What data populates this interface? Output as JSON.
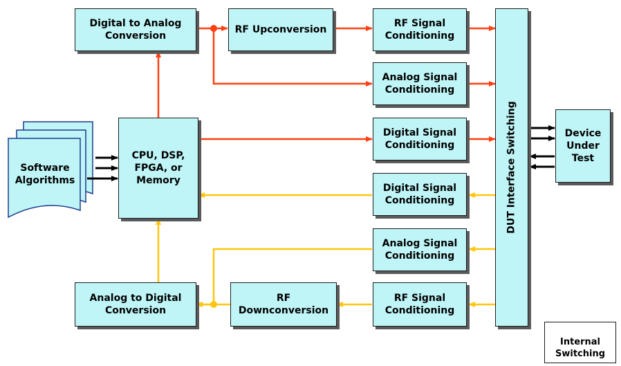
{
  "colors": {
    "box_fill": "#bff5f7",
    "red": "#ff4011",
    "yellow": "#ffc60f",
    "black": "#000000"
  },
  "blocks": {
    "dac": "Digital to Analog\nConversion",
    "rf_up": "RF Upconversion",
    "rf_cond_top": "RF Signal\nConditioning",
    "analog_cond_top": "Analog Signal\nConditioning",
    "cpu": "CPU, DSP,\nFPGA, or\nMemory",
    "digital_cond_out": "Digital Signal\nConditioning",
    "digital_cond_in": "Digital Signal\nConditioning",
    "analog_cond_bottom": "Analog Signal\nConditioning",
    "adc": "Analog to Digital\nConversion",
    "rf_down": "RF\nDownconversion",
    "rf_cond_bottom": "RF Signal\nConditioning",
    "dut_switching": "DUT Interface Switching",
    "device": "Device\nUnder\nTest",
    "software": "Software\nAlgorithms"
  },
  "legend": {
    "label": "Internal\nSwitching"
  }
}
